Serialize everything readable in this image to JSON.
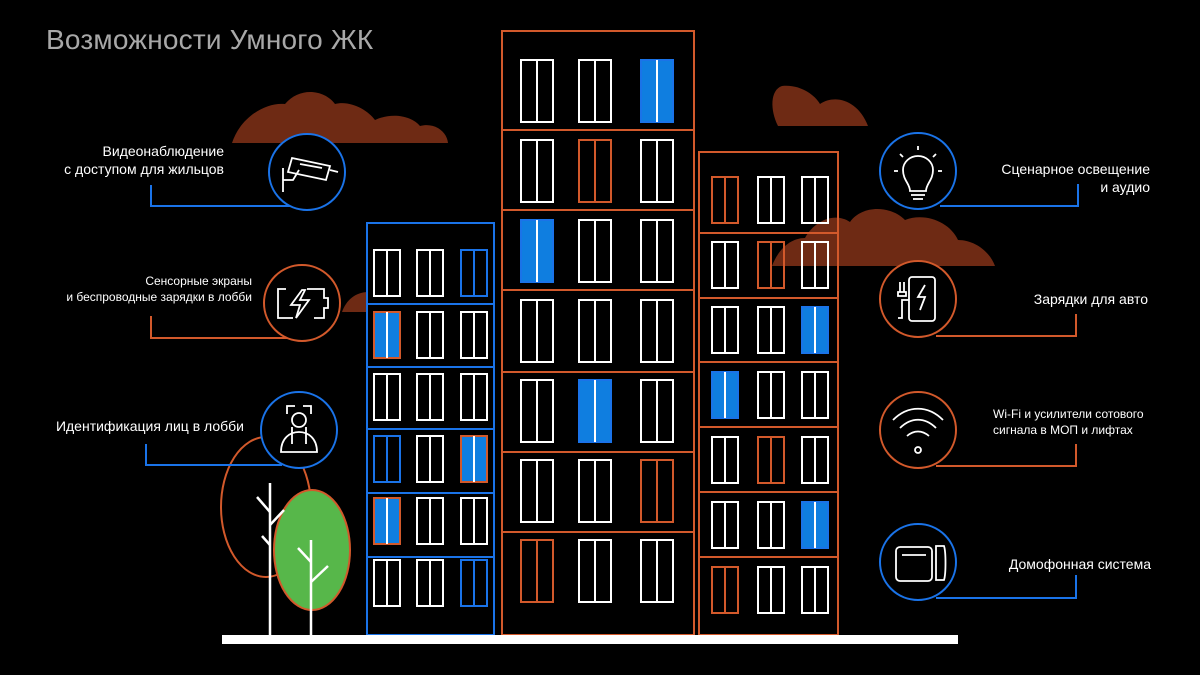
{
  "title": "Возможности Умного ЖК",
  "colors": {
    "background": "#000000",
    "blue": "#1a73e8",
    "orange": "#d2592b",
    "window_fill": "#0f7ee0",
    "cloud": "#6e2a14",
    "tree": "#57b74a",
    "ground": "#ffffff"
  },
  "features": [
    {
      "label": "Видеонаблюдение с доступом для жильцов",
      "line1": "Видеонаблюдение",
      "line2": "с доступом для жильцов",
      "icon": "cctv-camera-icon",
      "accent": "blue"
    },
    {
      "label": "Сенсорные экраны и беспроводные зарядки в лобби",
      "line1": "Сенсорные экраны",
      "line2": "и беспроводные зарядки в лобби",
      "icon": "wireless-charging-icon",
      "accent": "orange"
    },
    {
      "label": "Идентификация лиц в лобби",
      "line1": "Идентификация лиц в лобби",
      "line2": "",
      "icon": "face-id-icon",
      "accent": "blue"
    },
    {
      "label": "Сценарное освещение и аудио",
      "line1": "Сценарное освещение",
      "line2": "и аудио",
      "icon": "light-bulb-icon",
      "accent": "blue"
    },
    {
      "label": "Зарядки для авто",
      "line1": "Зарядки для авто",
      "line2": "",
      "icon": "ev-charger-icon",
      "accent": "orange"
    },
    {
      "label": "Wi-Fi и усилители сотового сигнала в МОП и лифтах",
      "line1": "Wi-Fi и усилители сотового",
      "line2": "сигнала в МОП и лифтах",
      "icon": "wifi-icon",
      "accent": "orange"
    },
    {
      "label": "Домофонная система",
      "line1": "Домофонная система",
      "line2": "",
      "icon": "intercom-icon",
      "accent": "blue"
    }
  ]
}
